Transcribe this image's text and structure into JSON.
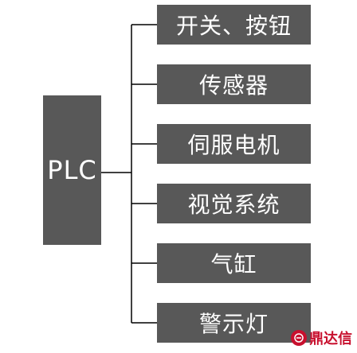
{
  "root": {
    "label": "PLC"
  },
  "items": [
    {
      "label": "开关、按钮"
    },
    {
      "label": "传感器"
    },
    {
      "label": "伺服电机"
    },
    {
      "label": "视觉系统"
    },
    {
      "label": "气缸"
    },
    {
      "label": "警示灯"
    }
  ],
  "colors": {
    "box": "#585858",
    "text": "#ffffff",
    "line": "#000000",
    "watermark": "#c8102e"
  },
  "watermark": {
    "text": "鼎达信"
  }
}
